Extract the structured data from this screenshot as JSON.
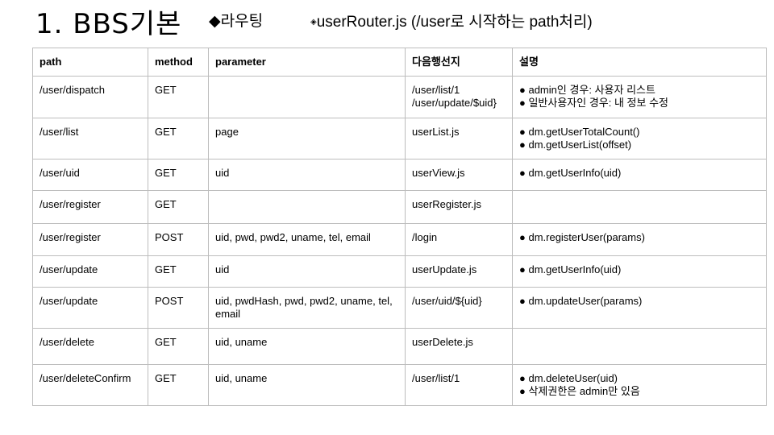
{
  "header": {
    "title": "1. BBS기본",
    "section": "◆라우팅",
    "note_bullet": "◈",
    "note": "userRouter.js (/user로 시작하는 path처리)"
  },
  "table": {
    "columns": [
      "path",
      "method",
      "parameter",
      "다음행선지",
      "설명"
    ],
    "rows": [
      {
        "path": "/user/dispatch",
        "method": "GET",
        "parameter": "",
        "next": [
          "/user/list/1",
          "/user/update/$uid}"
        ],
        "desc": [
          "● admin인 경우: 사용자 리스트",
          "● 일반사용자인 경우: 내 정보 수정"
        ]
      },
      {
        "path": "/user/list",
        "method": "GET",
        "parameter": "page",
        "next": [
          "userList.js"
        ],
        "desc": [
          "● dm.getUserTotalCount()",
          "● dm.getUserList(offset)"
        ]
      },
      {
        "path": "/user/uid",
        "method": "GET",
        "parameter": "uid",
        "next": [
          "userView.js"
        ],
        "desc": [
          "● dm.getUserInfo(uid)"
        ]
      },
      {
        "path": "/user/register",
        "method": "GET",
        "parameter": "",
        "next": [
          "userRegister.js"
        ],
        "desc": []
      },
      {
        "path": "/user/register",
        "method": "POST",
        "parameter": "uid, pwd, pwd2, uname, tel, email",
        "next": [
          "/login"
        ],
        "desc": [
          "● dm.registerUser(params)"
        ]
      },
      {
        "path": "/user/update",
        "method": "GET",
        "parameter": "uid",
        "next": [
          "userUpdate.js"
        ],
        "desc": [
          "● dm.getUserInfo(uid)"
        ]
      },
      {
        "path": "/user/update",
        "method": "POST",
        "parameter": "uid, pwdHash, pwd, pwd2, uname, tel, email",
        "next": [
          "/user/uid/${uid}"
        ],
        "desc": [
          "● dm.updateUser(params)"
        ]
      },
      {
        "path": "/user/delete",
        "method": "GET",
        "parameter": "uid, uname",
        "next": [
          "userDelete.js"
        ],
        "desc": []
      },
      {
        "path": "/user/deleteConfirm",
        "method": "GET",
        "parameter": "uid, uname",
        "next": [
          "/user/list/1"
        ],
        "desc": [
          "● dm.deleteUser(uid)",
          "● 삭제권한은 admin만 있음"
        ]
      }
    ]
  }
}
